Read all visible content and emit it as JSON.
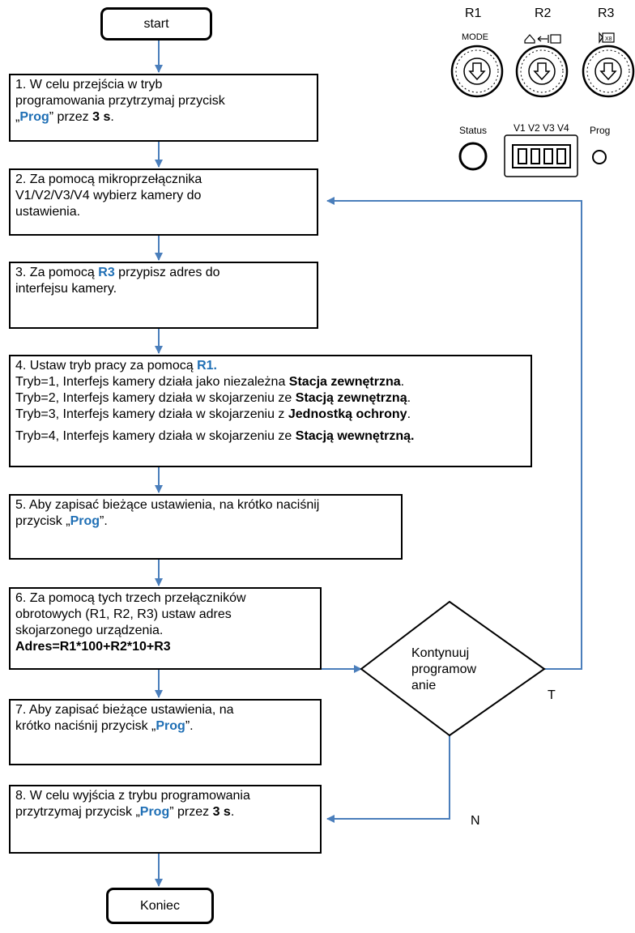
{
  "flow": {
    "start": "start",
    "end": "Koniec",
    "step1": {
      "a": "1. W celu przejścia w tryb",
      "b": "programowania przytrzymaj przycisk",
      "c_pre": "„",
      "c_prog": "Prog",
      "c_mid": "” przez ",
      "c_bold": "3 s",
      "c_end": "."
    },
    "step2": {
      "a": "2. Za pomocą mikroprzełącznika",
      "b": "V1/V2/V3/V4 wybierz kamery do",
      "c": "ustawienia."
    },
    "step3": {
      "a_pre": "3. Za pomocą ",
      "a_r3": "R3",
      "a_post": " przypisz adres do",
      "b": "interfejsu kamery."
    },
    "step4": {
      "a_pre": "4. Ustaw tryb pracy za pomocą ",
      "a_r1": "R1.",
      "t1_pre": "Tryb=1, Interfejs kamery działa jako niezależna ",
      "t1_b": "Stacja zewnętrzna",
      "t1_end": ".",
      "t2_pre": "Tryb=2, Interfejs kamery działa w skojarzeniu ze ",
      "t2_b": "Stacją zewnętrzną",
      "t2_end": ".",
      "t3_pre": "Tryb=3, Interfejs kamery działa w skojarzeniu z ",
      "t3_b": "Jednostką ochrony",
      "t3_end": ".",
      "t4_pre": "Tryb=4, Interfejs kamery działa w skojarzeniu ze ",
      "t4_b": "Stacją wewnętrzną."
    },
    "step5": {
      "a": "5. Aby zapisać bieżące ustawienia, na krótko naciśnij",
      "b_pre": "przycisk „",
      "b_prog": "Prog",
      "b_end": "”."
    },
    "step6": {
      "a": "6. Za pomocą tych trzech przełączników",
      "b": "obrotowych (R1, R2, R3) ustaw adres",
      "c": "skojarzonego urządzenia.",
      "d": "Adres=R1*100+R2*10+R3"
    },
    "step7": {
      "a": "7. Aby zapisać bieżące ustawienia, na",
      "b_pre": "krótko naciśnij przycisk „",
      "b_prog": "Prog",
      "b_end": "”."
    },
    "step8": {
      "a": "8. W celu wyjścia z trybu programowania",
      "b_pre": "przytrzymaj przycisk „",
      "b_prog": "Prog",
      "b_mid": "” przez ",
      "b_bold": "3 s",
      "b_end": "."
    },
    "decision": {
      "a": "Kontynuuj",
      "b": "programow",
      "c": "anie"
    },
    "yes": "T",
    "no": "N"
  },
  "device": {
    "r1": "R1",
    "r2": "R2",
    "r3": "R3",
    "mode": "MODE",
    "status": "Status",
    "switches": "V1 V2 V3 V4",
    "prog": "Prog"
  },
  "colors": {
    "arrow": "#4a7ebb",
    "accent": "#1f6fb5"
  }
}
